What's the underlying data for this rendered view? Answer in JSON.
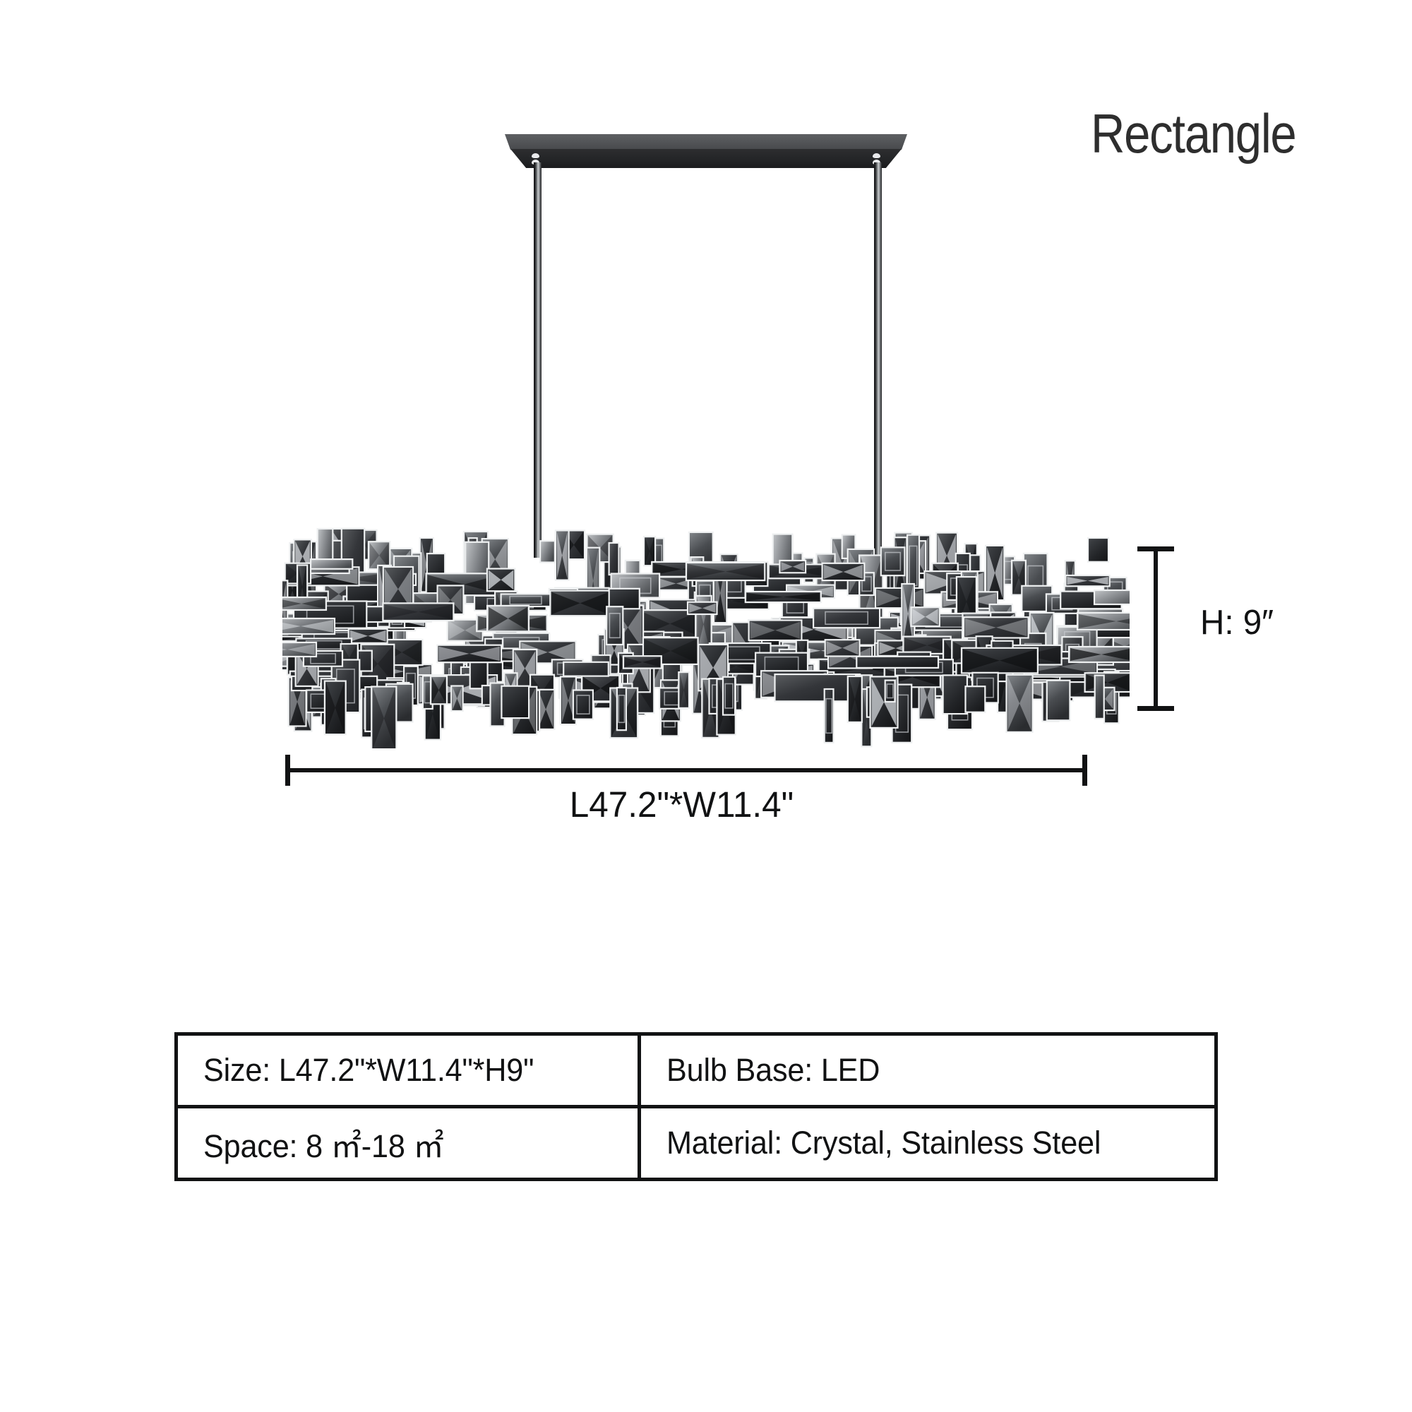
{
  "product": {
    "shape_title": "Rectangle"
  },
  "illustration": {
    "canopy_name": "ceiling-mount-canopy",
    "rod_count": 2,
    "fixture_type": "linear-crystal-chandelier"
  },
  "dimensions": {
    "width_label": "L47.2\"*W11.4\"",
    "height_label": "H: 9″"
  },
  "spec_table": {
    "rows": [
      {
        "left": "Size:  L47.2\"*W11.4\"*H9\"",
        "right": "Bulb Base: LED"
      },
      {
        "left": "Space: 8 ㎡-18 ㎡",
        "right": "Material: Crystal, Stainless Steel"
      }
    ]
  },
  "colors": {
    "background": "#ffffff",
    "ink": "#111213",
    "title_ink": "#2e2e2e",
    "canopy_top": "#525457",
    "canopy_face": "#232426",
    "rod_chrome": "#c9ccce",
    "crystal_dark": "#3b3d40",
    "crystal_edge": "#f2f3f4"
  }
}
